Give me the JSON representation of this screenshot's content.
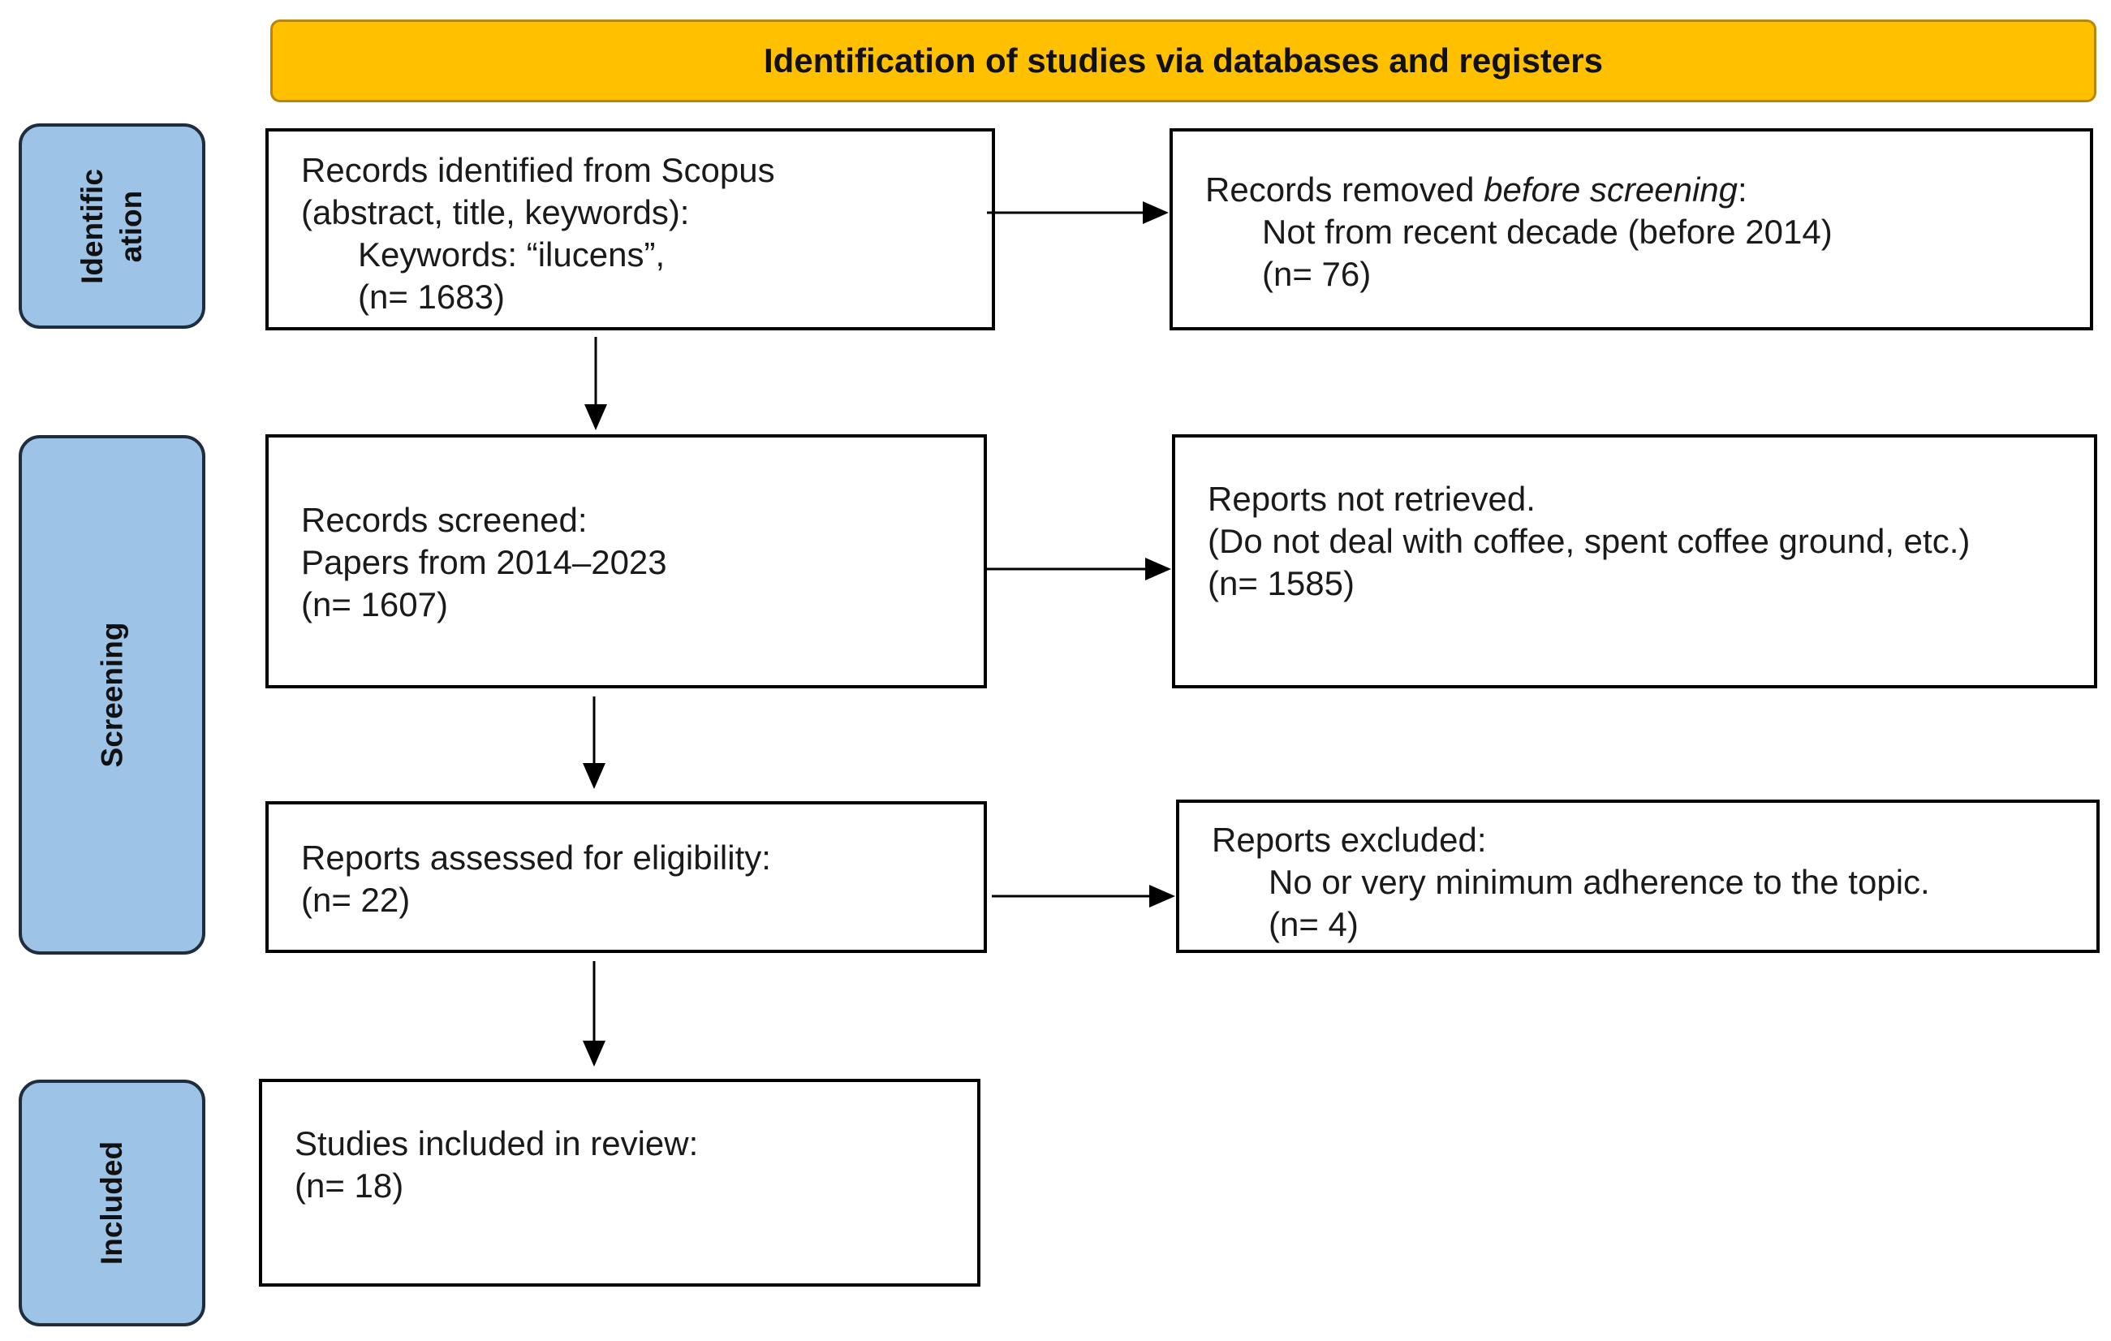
{
  "banner": {
    "title": "Identification of studies via databases and registers"
  },
  "phases": {
    "identification_line1": "Identific",
    "identification_line2": "ation",
    "screening": "Screening",
    "included": "Included"
  },
  "boxes": {
    "records_identified": {
      "line1": "Records identified from Scopus",
      "line2": "(abstract, title, keywords):",
      "line3": "Keywords: “ilucens”,",
      "line4": "(n= 1683)"
    },
    "records_removed": {
      "line1_prefix": "Records removed ",
      "line1_italic": "before screening",
      "line1_suffix": ":",
      "line2": "Not from recent decade (before 2014)",
      "line3": "(n= 76)"
    },
    "records_screened": {
      "line1": "Records screened:",
      "line2": "Papers from 2014–2023",
      "line3": "(n= 1607)"
    },
    "reports_not_retrieved": {
      "line1": "Reports not retrieved.",
      "line2": "(Do not deal with coffee, spent coffee ground, etc.)",
      "line3": "(n= 1585)"
    },
    "reports_assessed": {
      "line1": "Reports assessed for eligibility:",
      "line2": "(n= 22)"
    },
    "reports_excluded": {
      "line1": "Reports excluded:",
      "line2": "No or very minimum adherence to the topic.",
      "line3": "(n= 4)"
    },
    "studies_included": {
      "line1": "Studies included in review:",
      "line2": "(n= 18)"
    }
  },
  "colors": {
    "banner_fill": "#ffc000",
    "phase_fill": "#9dc3e6",
    "box_border": "#000000"
  }
}
